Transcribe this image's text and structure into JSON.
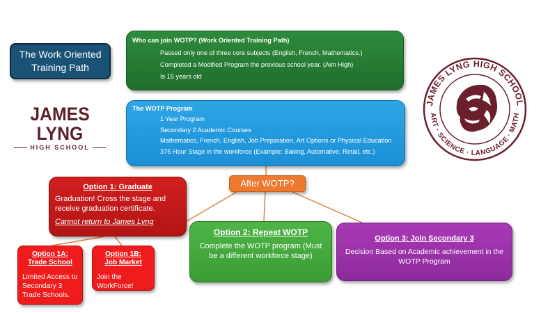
{
  "title": {
    "line1": "The Work Oriented",
    "line2": "Training Path"
  },
  "logo_left": {
    "main": "JAMES LYNG",
    "sub": "HIGH SCHOOL"
  },
  "seal": {
    "top_text": "JAMES LYNG HIGH SCHOOL",
    "bottom_text": "ART · SCIENCE · LANGUAGE · MATH",
    "color": "#6b1e2b"
  },
  "who": {
    "header": "Who can join WOTP? (Work Oriented Training Path)",
    "items": [
      "Passed only one of three core subjects (English, French, Mathematics.)",
      "Completed a Modified Program the previous school year. (Aim High)",
      "Is 15 years old"
    ]
  },
  "program": {
    "header": "The WOTP Program",
    "items": [
      "1 Year Program",
      "Secondary 2 Academic Courses",
      "Mathematics, French, English, Job Preparation, Art Options or Physical Education",
      "375 Hour Stage in the workforce (Example: Baking, Automative, Retail, etc.)"
    ]
  },
  "after": {
    "label": "After WOTP?"
  },
  "option1": {
    "header": "Option 1: Graduate",
    "desc": "Graduation! Cross the stage and receive graduation certificate.",
    "note": "Cannot return to James Lyng"
  },
  "option1a": {
    "header_line1": "Option 1A:",
    "header_line2": "Trade School",
    "desc": "Limited Access to Secondary 3 Trade Schools."
  },
  "option1b": {
    "header_line1": "Option 1B:",
    "header_line2": "Job Market",
    "desc": "Join the WorkForce!"
  },
  "option2": {
    "header": "Option 2: Repeat WOTP",
    "desc": "Complete the WOTP program (Must be a different workforce stage)"
  },
  "option3": {
    "header": "Option 3: Join Secondary 3",
    "desc": "Decision Based on Academic achievement in the WOTP Program"
  },
  "colors": {
    "title_bg": "#1a5276",
    "who_bg": "#2e8b3c",
    "program_bg": "#2fa6e6",
    "after_bg": "#ed7a2f",
    "option1_bg": "#c91a1a",
    "option2_bg": "#4fb548",
    "option3_bg": "#a83ab5",
    "connector": "#e8803a",
    "brand_maroon": "#5b1f2a"
  }
}
